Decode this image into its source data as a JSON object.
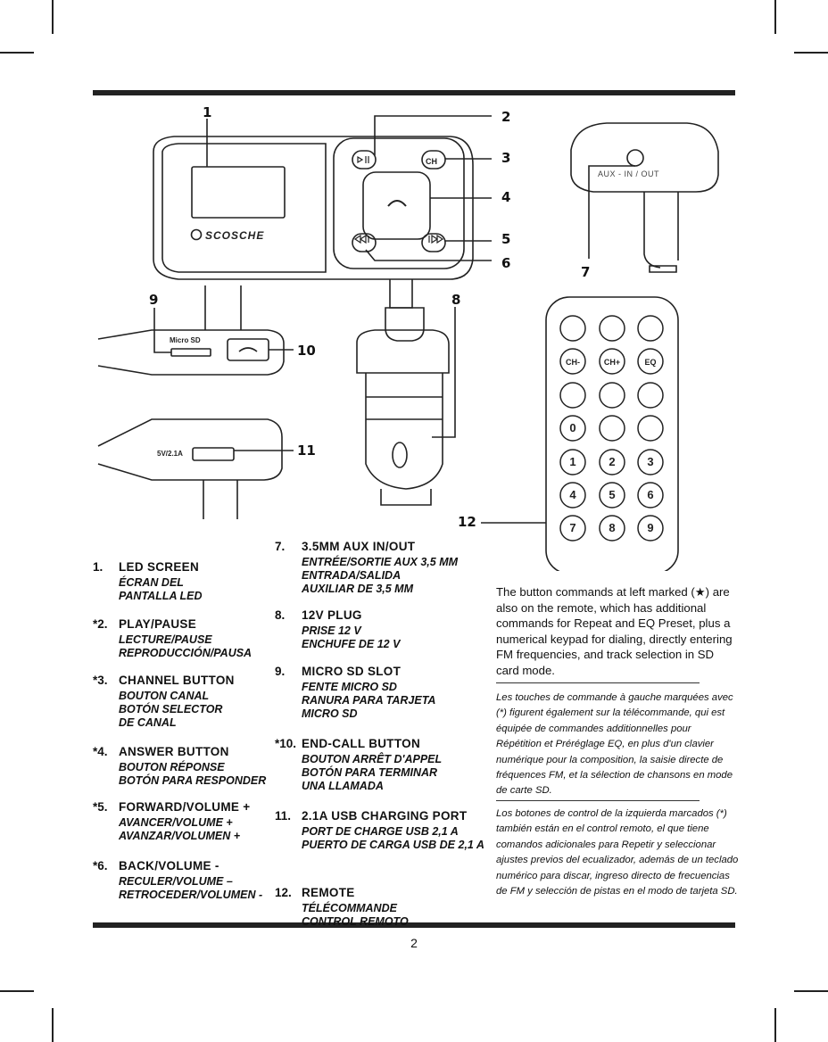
{
  "callouts": [
    "1",
    "2",
    "3",
    "4",
    "5",
    "6",
    "7",
    "8",
    "9",
    "10",
    "11",
    "12"
  ],
  "labels": {
    "aux_port": "AUX - IN / OUT",
    "micro_sd_slot": "Micro SD",
    "usb_port": "5V/2.1A",
    "brand": "SCOSCHE"
  },
  "remote_buttons": [
    "",
    "",
    "",
    "CH-",
    "CH+",
    "EQ",
    "",
    "",
    "",
    "0",
    "",
    "",
    "1",
    "2",
    "3",
    "4",
    "5",
    "6",
    "7",
    "8",
    "9"
  ],
  "device_buttons": [
    "",
    "CH",
    "",
    "",
    ""
  ],
  "items_left": [
    {
      "num": "1.",
      "en": "LED SCREEN",
      "tr": "ÉCRAN DEL\nPANTALLA LED"
    },
    {
      "num": "*2.",
      "en": "PLAY/PAUSE",
      "tr": "LECTURE/PAUSE\nREPRODUCCIÓN/PAUSA"
    },
    {
      "num": "*3.",
      "en": "CHANNEL BUTTON",
      "tr": "BOUTON CANAL\nBOTÓN SELECTOR\nDE CANAL"
    },
    {
      "num": "*4.",
      "en": "ANSWER BUTTON",
      "tr": "BOUTON RÉPONSE\nBOTÓN PARA RESPONDER"
    },
    {
      "num": "*5.",
      "en": "FORWARD/VOLUME +",
      "tr": "AVANCER/VOLUME +\nAVANZAR/VOLUMEN +"
    },
    {
      "num": "*6.",
      "en": "BACK/VOLUME -",
      "tr": "RECULER/VOLUME –\nRETROCEDER/VOLUMEN -"
    }
  ],
  "items_right": [
    {
      "num": "7.",
      "en": "3.5MM AUX IN/OUT",
      "tr": "ENTRÉE/SORTIE AUX 3,5 MM\nENTRADA/SALIDA\nAUXILIAR DE 3,5 MM"
    },
    {
      "num": "8.",
      "en": "12V PLUG",
      "tr": "PRISE 12 V\nENCHUFE DE 12 V"
    },
    {
      "num": "9.",
      "en": "MICRO SD SLOT",
      "tr": "FENTE MICRO SD\nRANURA PARA TARJETA\nMICRO SD"
    },
    {
      "num": "*10.",
      "en": "END-CALL BUTTON",
      "tr": "BOUTON ARRÊT D'APPEL\nBOTÓN PARA TERMINAR\nUNA LLAMADA"
    },
    {
      "num": "11.",
      "en": "2.1A USB CHARGING PORT",
      "tr": "PORT DE CHARGE USB 2,1 A\nPUERTO DE CARGA USB DE 2,1 A"
    },
    {
      "num": "12.",
      "en": "REMOTE",
      "tr": "TÉLÉCOMMANDE\nCONTROL REMOTO"
    }
  ],
  "note_en": "The button commands at left marked (★) are also on the remote, which has additional commands for Repeat and EQ Preset, plus a numerical keypad for dialing, directly entering FM frequencies, and track selection in SD card mode.",
  "note_fr": "Les touches de commande à gauche marquées avec (*) figurent également sur la télécommande, qui est équipée de commandes additionnelles pour Répétition et Préréglage EQ, en plus d'un clavier numérique pour la composition, la saisie directe de fréquences FM, et la sélection de chansons en mode de carte SD.",
  "note_es": "Los botones de control de la izquierda marcados (*) también están en el control remoto, el que tiene comandos adicionales para Repetir y seleccionar ajustes previos del ecualizador, además de un teclado numérico para discar, ingreso directo de frecuencias de FM y selección de pistas en el modo de tarjeta SD.",
  "page_number": "2"
}
